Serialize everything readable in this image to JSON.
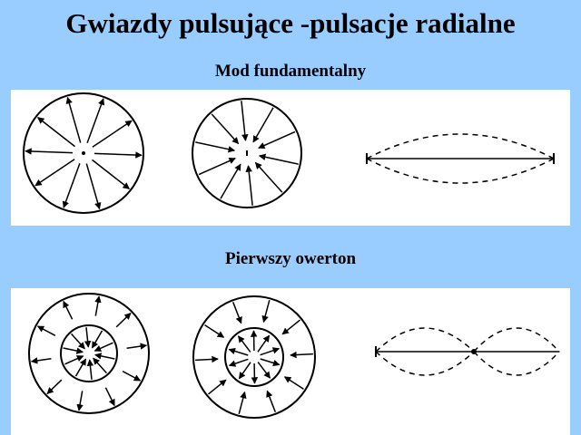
{
  "title": "Gwiazdy pulsujące -pulsacje radialne",
  "sections": [
    {
      "label": "Mod fundamentalny"
    },
    {
      "label": "Pierwszy owerton"
    }
  ],
  "colors": {
    "background": "#99ccff",
    "panel": "#ffffff",
    "ink": "#000000"
  }
}
